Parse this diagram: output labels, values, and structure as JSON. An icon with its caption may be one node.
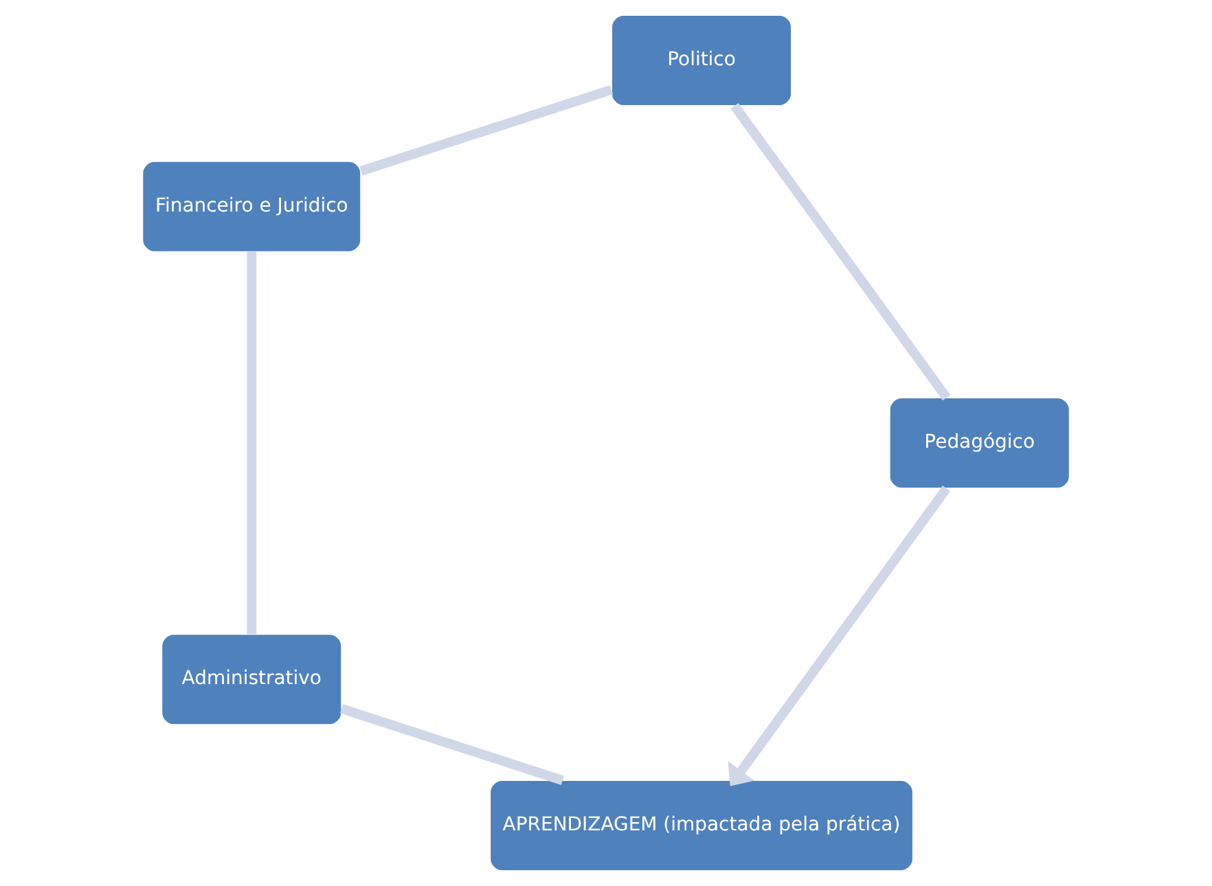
{
  "diagram": {
    "nodes": [
      {
        "text": [
          "APRENDIZAGEM (impactada pela prática)"
        ]
      },
      {
        "text": [
          "Administrativo"
        ]
      },
      {
        "text": [
          "Financeiro e Juridico"
        ]
      },
      {
        "text": [
          "Politico"
        ]
      },
      {
        "text": [
          "Pedagógico"
        ]
      }
    ],
    "edges": [
      {
        "from": 0,
        "to": 1,
        "arrow": "none"
      },
      {
        "from": 1,
        "to": 2,
        "arrow": "none"
      },
      {
        "from": 2,
        "to": 3,
        "arrow": "none"
      },
      {
        "from": 3,
        "to": 4,
        "arrow": "none"
      },
      {
        "from": 4,
        "to": 0,
        "arrow": "to"
      }
    ]
  }
}
